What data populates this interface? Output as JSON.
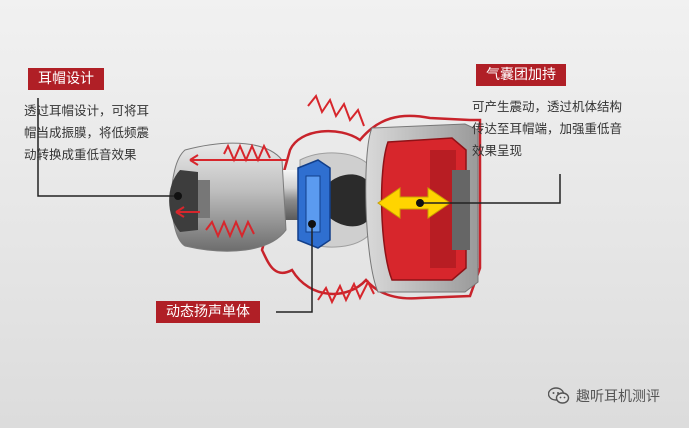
{
  "labels": {
    "earcap": {
      "title": "耳帽设计",
      "lines": [
        "透过耳帽设计，可将耳",
        "帽当成振膜，将低频震",
        "动转换成重低音效果"
      ]
    },
    "airbag": {
      "title": "气囊团加持",
      "lines": [
        "可产生震动，透过机体结构",
        "传达至耳帽端，加强重低音",
        "效果呈现"
      ]
    },
    "driver": {
      "title": "动态扬声单体"
    }
  },
  "watermark": {
    "text": "趣听耳机测评",
    "icon": "wechat-icon"
  },
  "colors": {
    "accent_red": "#b01f26",
    "driver_blue": "#2f6fd0",
    "arrow_yellow": "#ffd400"
  }
}
